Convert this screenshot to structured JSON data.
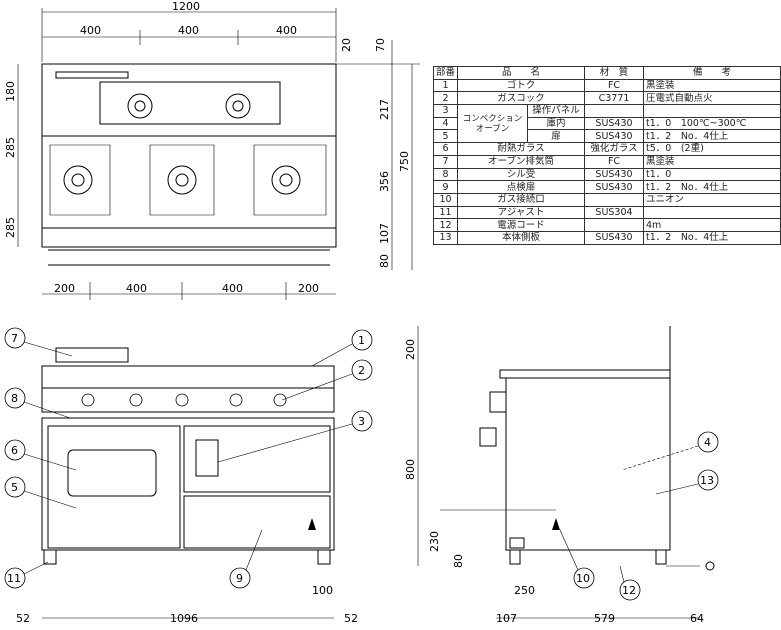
{
  "plan_view": {
    "dims_top": {
      "overall": "1200",
      "seg1": "400",
      "seg2": "400",
      "seg3": "400"
    },
    "dims_right": {
      "d20": "20",
      "d70": "70",
      "d217": "217",
      "d356": "356",
      "d107": "107",
      "d80": "80",
      "overall": "750"
    },
    "dims_left": {
      "d180": "180",
      "d285a": "285",
      "d285b": "285"
    },
    "dims_bottom": {
      "b1": "200",
      "b2": "400",
      "b3": "400",
      "b4": "200"
    }
  },
  "front_view": {
    "dims_bottom": {
      "left": "52",
      "mid": "1096",
      "right": "52"
    },
    "dim_100": "100",
    "callouts": [
      "7",
      "8",
      "6",
      "5",
      "11",
      "9",
      "3",
      "2",
      "1"
    ]
  },
  "side_view": {
    "dims": {
      "d200": "200",
      "d800": "800",
      "d230": "230",
      "d80": "80",
      "d250": "250",
      "d107": "107",
      "d579": "579",
      "d64": "64"
    },
    "callouts": [
      "4",
      "13",
      "10",
      "12"
    ]
  },
  "parts_table": {
    "headers": [
      "部番",
      "品　　名",
      "材　質",
      "備　　考"
    ],
    "group_label": "コンベクション\nオーブン",
    "rows": [
      {
        "no": "1",
        "name": "ゴトク",
        "material": "FC",
        "note": "黒塗装"
      },
      {
        "no": "2",
        "name": "ガスコック",
        "material": "C3771",
        "note": "圧電式自動点火"
      },
      {
        "no": "3",
        "name": "操作パネル",
        "material": "",
        "note": ""
      },
      {
        "no": "4",
        "name": "庫内",
        "material": "SUS430",
        "note": "t1．0　100℃~300℃"
      },
      {
        "no": "5",
        "name": "扉",
        "material": "SUS430",
        "note": "t1．2　No．4仕上"
      },
      {
        "no": "6",
        "name": "耐熱ガラス",
        "material": "強化ガラス",
        "note": "t5．0　(2重)"
      },
      {
        "no": "7",
        "name": "オーブン排気筒",
        "material": "FC",
        "note": "黒塗装"
      },
      {
        "no": "8",
        "name": "シル受",
        "material": "SUS430",
        "note": "t1．0"
      },
      {
        "no": "9",
        "name": "点検扉",
        "material": "SUS430",
        "note": "t1．2　No．4仕上"
      },
      {
        "no": "10",
        "name": "ガス接続口",
        "material": "",
        "note": "ユニオン"
      },
      {
        "no": "11",
        "name": "アジャスト",
        "material": "SUS304",
        "note": ""
      },
      {
        "no": "12",
        "name": "電源コード",
        "material": "",
        "note": "4m"
      },
      {
        "no": "13",
        "name": "本体側板",
        "material": "SUS430",
        "note": "t1．2　No．4仕上"
      }
    ]
  }
}
